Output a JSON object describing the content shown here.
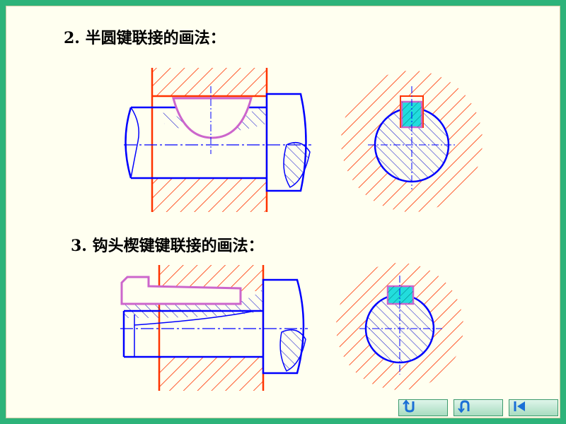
{
  "headings": {
    "section2": "2. 半圆键联接的画法：",
    "section3": "3. 钩头楔键键联接的画法："
  },
  "colors": {
    "background": "#fffff0",
    "frame": "#2db37a",
    "shaft_outline": "#0000ff",
    "hub_hatch": "#ff3300",
    "key_outline": "#cc66cc",
    "key_fill": "#22dddd",
    "centerline": "#0000ff"
  },
  "nav": {
    "buttons": [
      {
        "name": "return-button",
        "icon": "u-turn-icon"
      },
      {
        "name": "back-button",
        "icon": "arch-icon"
      },
      {
        "name": "first-page-button",
        "icon": "first-page-icon"
      }
    ]
  }
}
